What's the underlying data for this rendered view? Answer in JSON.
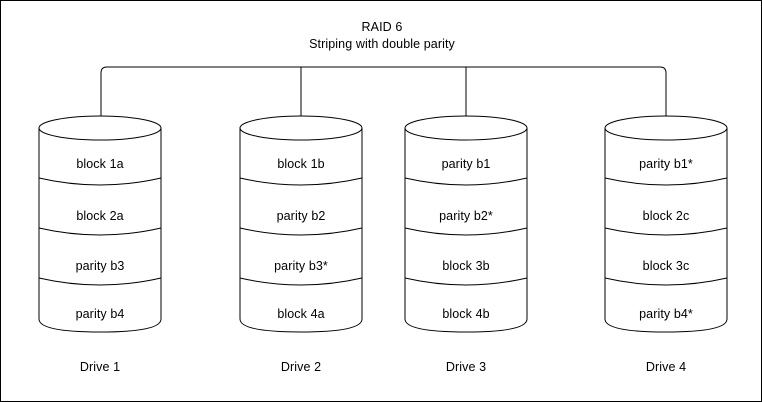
{
  "diagram": {
    "title_line_1": "RAID 6",
    "title_line_2": "Striping with double parity",
    "stroke_color": "#000000",
    "fill_color": "#ffffff",
    "border_color": "#000000",
    "drives": [
      {
        "label": "Drive 1",
        "segments": [
          "block 1a",
          "block 2a",
          "parity b3",
          "parity b4"
        ]
      },
      {
        "label": "Drive 2",
        "segments": [
          "block 1b",
          "parity b2",
          "parity b3*",
          "block 4a"
        ]
      },
      {
        "label": "Drive 3",
        "segments": [
          "parity b1",
          "parity b2*",
          "block 3b",
          "block 4b"
        ]
      },
      {
        "label": "Drive 4",
        "segments": [
          "parity b1*",
          "block 2c",
          "block 3c",
          "parity b4*"
        ]
      }
    ]
  }
}
